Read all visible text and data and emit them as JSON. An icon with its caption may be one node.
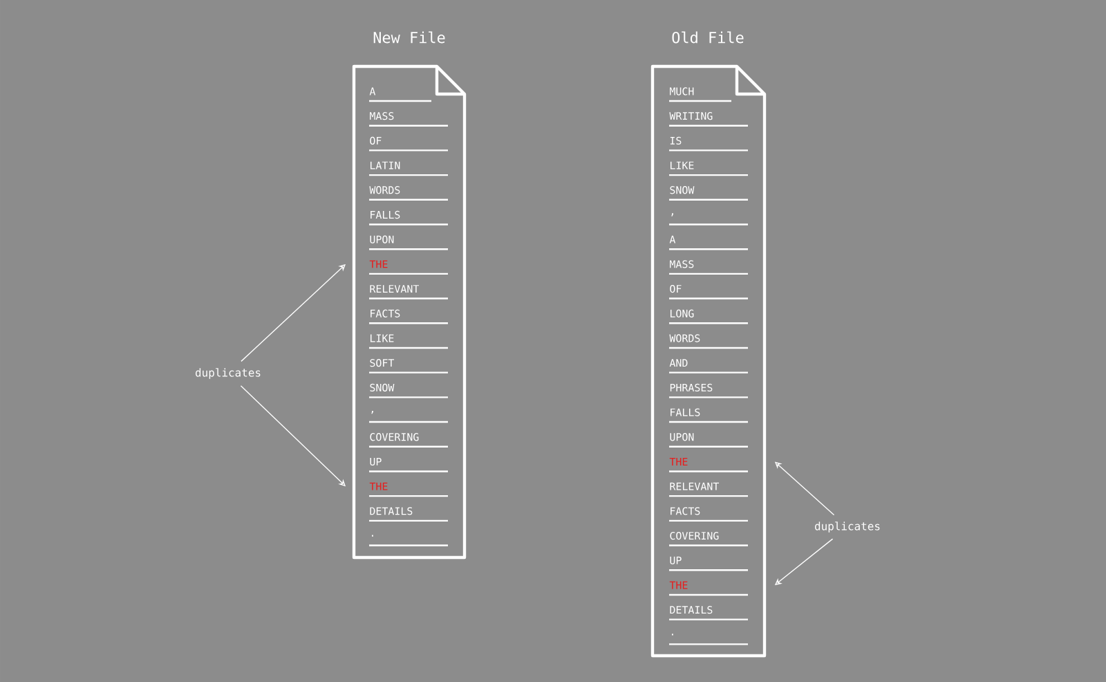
{
  "diagram": {
    "nodes": [
      {
        "text": [
          "New File"
        ]
      },
      {
        "text": [
          "A"
        ],
        "in": 0
      },
      {
        "text": [
          "MASS"
        ],
        "in": 0
      },
      {
        "text": [
          "OF"
        ],
        "in": 0
      },
      {
        "text": [
          "LATIN"
        ],
        "in": 0
      },
      {
        "text": [
          "WORDS"
        ],
        "in": 0
      },
      {
        "text": [
          "FALLS"
        ],
        "in": 0
      },
      {
        "text": [
          "UPON"
        ],
        "in": 0
      },
      {
        "text": [
          "THE"
        ],
        "in": 0
      },
      {
        "text": [
          "RELEVANT"
        ],
        "in": 0
      },
      {
        "text": [
          "FACTS"
        ],
        "in": 0
      },
      {
        "text": [
          "LIKE"
        ],
        "in": 0
      },
      {
        "text": [
          "SOFT"
        ],
        "in": 0
      },
      {
        "text": [
          "SNOW"
        ],
        "in": 0
      },
      {
        "text": [
          ","
        ],
        "in": 0
      },
      {
        "text": [
          "COVERING"
        ],
        "in": 0
      },
      {
        "text": [
          "UP"
        ],
        "in": 0
      },
      {
        "text": [
          "THE"
        ],
        "in": 0
      },
      {
        "text": [
          "DETAILS"
        ],
        "in": 0
      },
      {
        "text": [
          "."
        ],
        "in": 0
      },
      {
        "text": [
          "Old File"
        ]
      },
      {
        "text": [
          "MUCH"
        ],
        "in": 20
      },
      {
        "text": [
          "WRITING"
        ],
        "in": 20
      },
      {
        "text": [
          "IS"
        ],
        "in": 20
      },
      {
        "text": [
          "LIKE"
        ],
        "in": 20
      },
      {
        "text": [
          "SNOW"
        ],
        "in": 20
      },
      {
        "text": [
          ","
        ],
        "in": 20
      },
      {
        "text": [
          "A"
        ],
        "in": 20
      },
      {
        "text": [
          "MASS"
        ],
        "in": 20
      },
      {
        "text": [
          "OF"
        ],
        "in": 20
      },
      {
        "text": [
          "LONG"
        ],
        "in": 20
      },
      {
        "text": [
          "WORDS"
        ],
        "in": 20
      },
      {
        "text": [
          "AND"
        ],
        "in": 20
      },
      {
        "text": [
          "PHRASES"
        ],
        "in": 20
      },
      {
        "text": [
          "FALLS"
        ],
        "in": 20
      },
      {
        "text": [
          "UPON"
        ],
        "in": 20
      },
      {
        "text": [
          "THE"
        ],
        "in": 20
      },
      {
        "text": [
          "RELEVANT"
        ],
        "in": 20
      },
      {
        "text": [
          "FACTS"
        ],
        "in": 20
      },
      {
        "text": [
          "COVERING"
        ],
        "in": 20
      },
      {
        "text": [
          "UP"
        ],
        "in": 20
      },
      {
        "text": [
          "THE"
        ],
        "in": 20
      },
      {
        "text": [
          "DETAILS"
        ],
        "in": 20
      },
      {
        "text": [
          "."
        ],
        "in": 20
      },
      {
        "text": [
          "duplicates"
        ]
      },
      {
        "text": [
          "duplicates"
        ]
      }
    ],
    "edges": [
      {
        "from": 44,
        "to": 8,
        "arrow": "to"
      },
      {
        "from": 44,
        "to": 17,
        "arrow": "to"
      },
      {
        "from": 45,
        "to": 36,
        "arrow": "to"
      },
      {
        "from": 45,
        "to": 41,
        "arrow": "to"
      }
    ]
  }
}
